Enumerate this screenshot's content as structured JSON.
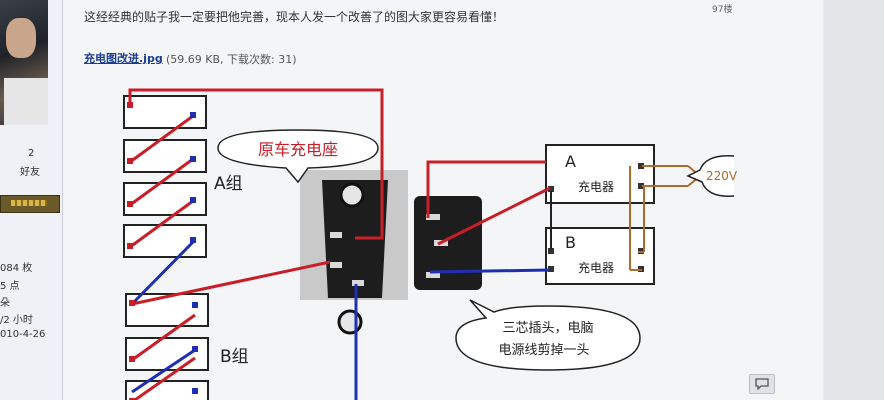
{
  "post": {
    "text": "这经经典的贴子我一定要把他完善，现本人发一个改善了的图大家更容易看懂！",
    "floor": "97楼",
    "attachment_name": "充电图改进.jpg",
    "attachment_info": "(59.69 KB, 下载次数: 31)"
  },
  "profile": {
    "friends_count": "2",
    "friends_label": "好友",
    "stat_1": "084 枚",
    "stat_2": "5 点",
    "stat_3": "朵",
    "stat_4": "/2 小时",
    "stat_5": "010-4-26"
  },
  "diagram": {
    "callout_socket": "原车充电座",
    "group_a": "A组",
    "group_b": "B组",
    "charger_a_letter": "A",
    "charger_b_letter": "B",
    "charger_label_a": "充电器",
    "charger_label_b": "充电器",
    "ac_label": "220V",
    "callout_plug_line1": "三芯插头，电脑",
    "callout_plug_line2": "电源线剪掉一头",
    "colors": {
      "red": "#c81e28",
      "blue": "#1e2fb0",
      "brown": "#b06a2a",
      "wire_dark": "#222222"
    }
  },
  "icons": {
    "comment": "comment-icon"
  }
}
